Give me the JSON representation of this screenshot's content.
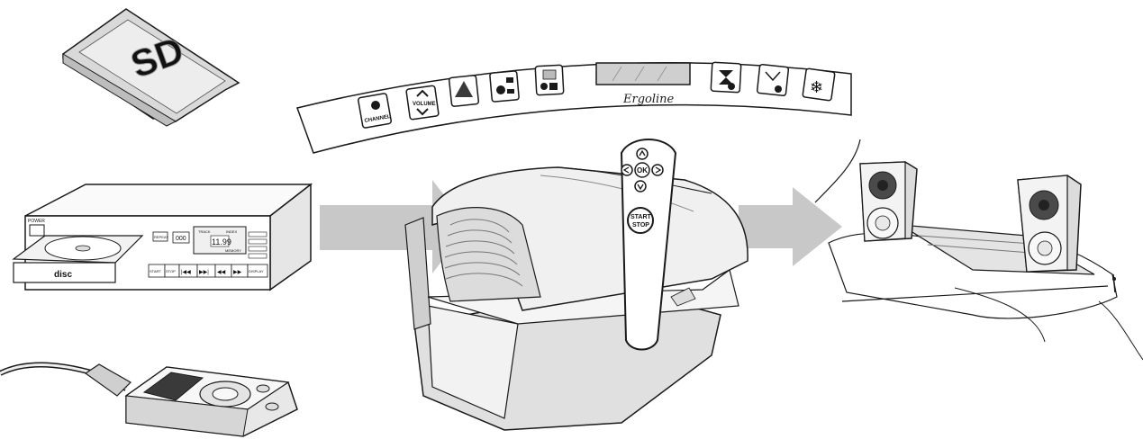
{
  "sd_card": {
    "logo": "SD"
  },
  "control_panel": {
    "buttons": [
      {
        "icon": "info-icon",
        "label": "CHANNEL"
      },
      {
        "icon": "volume-icon",
        "label": "VOLUME"
      },
      {
        "icon": "facial-tanner-icon",
        "label": ""
      },
      {
        "icon": "body-cooling-icon",
        "label": ""
      },
      {
        "icon": "shoulder-tanner-icon",
        "label": ""
      },
      {
        "icon": "fan-top-icon",
        "label": ""
      },
      {
        "icon": "fan-bottom-icon",
        "label": ""
      },
      {
        "icon": "aircondition-snowflake-icon",
        "label": ""
      }
    ],
    "display_brand": "Ergoline"
  },
  "cd_player": {
    "power_label": "POWER",
    "display_value": "11.99",
    "display_track": "TRACK",
    "display_index": "INDEX",
    "display_memory": "MEMORY",
    "brand": "disc",
    "controls": [
      "START",
      "STOP",
      "|◀◀",
      "▶▶|",
      "◀◀",
      "▶▶",
      "DISPLAY"
    ],
    "left_buttons": [
      "REPEAT"
    ]
  },
  "remote": {
    "ok_label": "OK",
    "start_stop_line1": "START",
    "start_stop_line2": "STOP"
  },
  "colors": {
    "arrow": "#c8c8c8",
    "line": "#1a1a1a",
    "fill_light": "#f4f4f4",
    "fill_mid": "#dcdcdc",
    "fill_dark": "#3a3a3a"
  }
}
